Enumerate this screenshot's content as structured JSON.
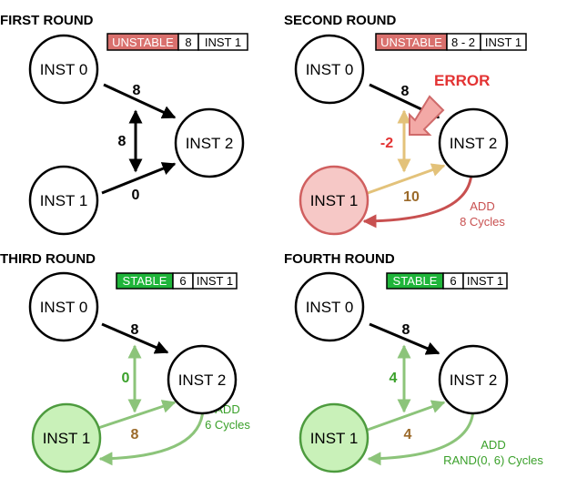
{
  "colors": {
    "black": "#000000",
    "unstable": "#d9706d",
    "stable": "#1fb53a",
    "tan_edge": "#e3c27a",
    "brown_text": "#9b6a2a",
    "red_text": "#e33333",
    "red_fill": "#f6c8c6",
    "red_stroke": "#d05f5f",
    "red_loop": "#c85050",
    "green_fill": "#c9f1b9",
    "green_stroke": "#4d9b3e",
    "green_edge": "#8cc47a",
    "green_text": "#3aa02a",
    "error_arrow_fill": "#f3a9a6",
    "error_arrow_stroke": "#cf6a6a"
  },
  "panels": [
    {
      "title": "FIRST ROUND",
      "status": {
        "state": "UNSTABLE",
        "value": "8",
        "inst": "INST 1"
      },
      "nodes": {
        "inst0": "INST 0",
        "inst1": "INST 1",
        "inst2": "INST 2"
      },
      "weights": {
        "top": "8",
        "vertical": "8",
        "bottom": "0"
      },
      "note": []
    },
    {
      "title": "SECOND ROUND",
      "status": {
        "state": "UNSTABLE",
        "value": "8 - 2",
        "inst": "INST 1"
      },
      "nodes": {
        "inst0": "INST 0",
        "inst1": "INST 1",
        "inst2": "INST 2"
      },
      "weights": {
        "top": "8",
        "vertical": "-2",
        "bottom": "10"
      },
      "note": [
        "ADD",
        "8 Cycles"
      ],
      "error": "ERROR"
    },
    {
      "title": "THIRD ROUND",
      "status": {
        "state": "STABLE",
        "value": "6",
        "inst": "INST 1"
      },
      "nodes": {
        "inst0": "INST 0",
        "inst1": "INST 1",
        "inst2": "INST 2"
      },
      "weights": {
        "top": "8",
        "vertical": "0",
        "bottom": "8"
      },
      "note": [
        "ADD",
        "6 Cycles"
      ]
    },
    {
      "title": "FOURTH ROUND",
      "status": {
        "state": "STABLE",
        "value": "6",
        "inst": "INST 1"
      },
      "nodes": {
        "inst0": "INST 0",
        "inst1": "INST 1",
        "inst2": "INST 2"
      },
      "weights": {
        "top": "8",
        "vertical": "4",
        "bottom": "4"
      },
      "note": [
        "ADD",
        "RAND(0, 6) Cycles"
      ]
    }
  ]
}
